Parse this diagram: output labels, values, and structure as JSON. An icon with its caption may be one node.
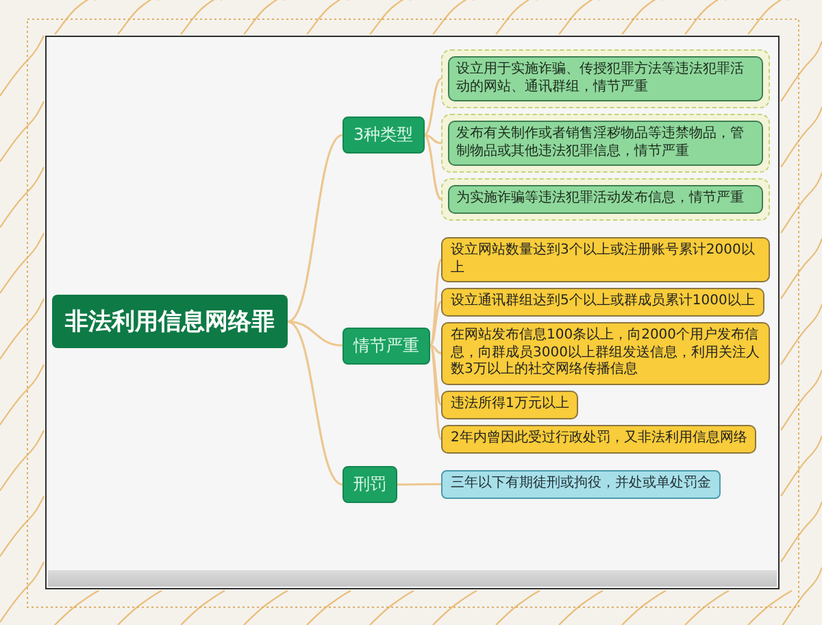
{
  "diagram": {
    "nodes": [
      {
        "text": [
          "非法利用信息网络罪"
        ]
      },
      {
        "text": [
          "3种类型"
        ]
      },
      {
        "text": [
          "设立用于实施诈骗、传授犯罪方法等违法犯罪活动的网站、通讯群组，情节严重"
        ]
      },
      {
        "text": [
          "发布有关制作或者销售淫秽物品等违禁物品，管制物品或其他违法犯罪信息，情节严重"
        ]
      },
      {
        "text": [
          "为实施诈骗等违法犯罪活动发布信息，情节严重"
        ]
      },
      {
        "text": [
          "情节严重"
        ]
      },
      {
        "text": [
          "设立网站数量达到3个以上或注册账号累计2000以上"
        ]
      },
      {
        "text": [
          "设立通讯群组达到5个以上或群成员累计1000以上"
        ]
      },
      {
        "text": [
          "在网站发布信息100条以上，向2000个用户发布信息，向群成员3000以上群组发送信息，利用关注人数3万以上的社交网络传播信息"
        ]
      },
      {
        "text": [
          "违法所得1万元以上"
        ]
      },
      {
        "text": [
          "2年内曾因此受过行政处罚，又非法利用信息网络"
        ]
      },
      {
        "text": [
          "刑罚"
        ]
      },
      {
        "text": [
          "三年以下有期徒刑或拘役，并处或单处罚金"
        ]
      }
    ],
    "edges": [
      {
        "from": 0,
        "to": 1,
        "arrow": "none"
      },
      {
        "from": 0,
        "to": 5,
        "arrow": "none"
      },
      {
        "from": 0,
        "to": 11,
        "arrow": "none"
      },
      {
        "from": 1,
        "to": 2,
        "arrow": "none"
      },
      {
        "from": 1,
        "to": 3,
        "arrow": "none"
      },
      {
        "from": 1,
        "to": 4,
        "arrow": "none"
      },
      {
        "from": 5,
        "to": 6,
        "arrow": "none"
      },
      {
        "from": 5,
        "to": 7,
        "arrow": "none"
      },
      {
        "from": 5,
        "to": 8,
        "arrow": "none"
      },
      {
        "from": 5,
        "to": 9,
        "arrow": "none"
      },
      {
        "from": 5,
        "to": 10,
        "arrow": "none"
      },
      {
        "from": 11,
        "to": 12,
        "arrow": "none"
      }
    ]
  }
}
